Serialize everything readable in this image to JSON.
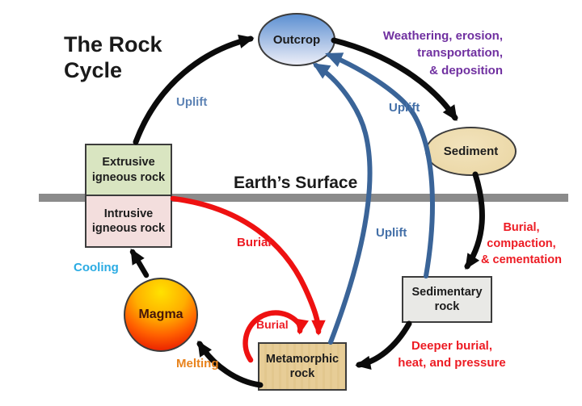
{
  "title": "The Rock\nCycle",
  "nodes": {
    "outcrop": {
      "label": "Outcrop"
    },
    "sediment": {
      "label": "Sediment"
    },
    "sedimentary": {
      "label": "Sedimentary\nrock"
    },
    "metamorphic": {
      "label": "Metamorphic\nrock"
    },
    "magma": {
      "label": "Magma"
    },
    "extrusive": {
      "label": "Extrusive\nigneous rock"
    },
    "intrusive": {
      "label": "Intrusive\nigneous rock"
    }
  },
  "labels": {
    "earths_surface": "Earth’s Surface",
    "uplift_left": "Uplift",
    "uplift_top": "Uplift",
    "uplift_mid": "Uplift",
    "weathering": "Weathering, erosion,\ntransportation,\n& deposition",
    "burial_compaction": "Burial,\ncompaction,\n& cementation",
    "deeper_burial": "Deeper burial,\nheat, and pressure",
    "burial_main": "Burial",
    "burial_loop": "Burial",
    "melting": "Melting",
    "cooling": "Cooling"
  },
  "colors": {
    "cycle_arrow": "#0b0b0b",
    "uplift_arrow": "#3a6498",
    "burial_arrow": "#ee1111",
    "surface_bar": "#8b8b8b",
    "uplift_text": "#4470a8",
    "weathering_text": "#7030a0",
    "burial_text": "#ed1c24",
    "melting_text": "#e8831d",
    "cooling_text": "#2aabe3",
    "outcrop_fill_top": "#5c90d2",
    "sediment_fill": "#ecd9a9",
    "extrusive_fill": "#d9e5c1",
    "intrusive_fill": "#f3dedd",
    "sedimentary_fill": "#e9e9e6",
    "metamorphic_fill": "#e6cc94",
    "magma_fill_top": "#ffe200",
    "magma_fill_bottom": "#e30b00"
  }
}
